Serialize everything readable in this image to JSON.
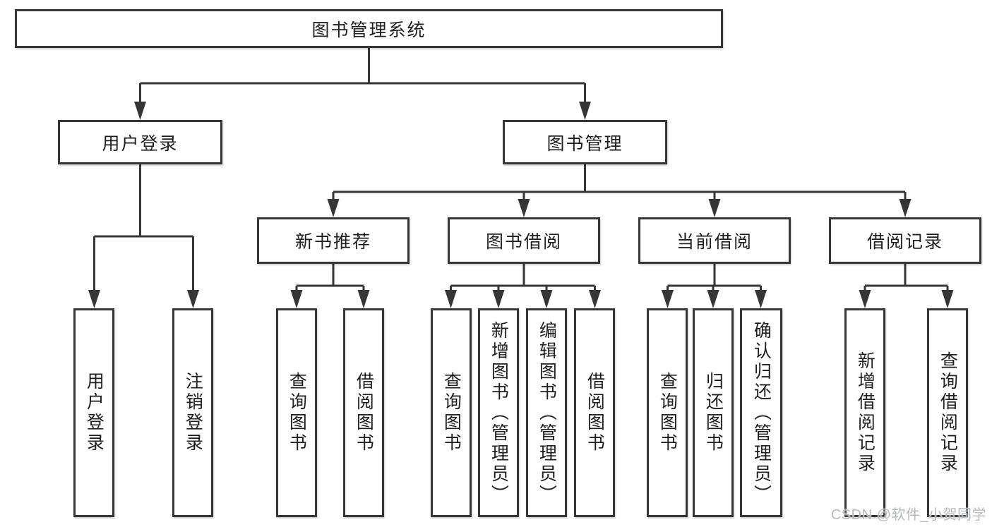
{
  "tree": {
    "root": {
      "label": "图书管理系统"
    },
    "branches": [
      {
        "label": "用户登录",
        "children": [
          {
            "label": "用户登录"
          },
          {
            "label": "注销登录"
          }
        ]
      },
      {
        "label": "图书管理",
        "children": [
          {
            "label": "新书推荐",
            "children": [
              {
                "label": "查询图书"
              },
              {
                "label": "借阅图书"
              }
            ]
          },
          {
            "label": "图书借阅",
            "children": [
              {
                "label": "查询图书"
              },
              {
                "label": "新增图书（管理员）"
              },
              {
                "label": "编辑图书（管理员）"
              },
              {
                "label": "借阅图书"
              }
            ]
          },
          {
            "label": "当前借阅",
            "children": [
              {
                "label": "查询图书"
              },
              {
                "label": "归还图书"
              },
              {
                "label": "确认归还（管理员）"
              }
            ]
          },
          {
            "label": "借阅记录",
            "children": [
              {
                "label": "新增借阅记录"
              },
              {
                "label": "查询借阅记录"
              }
            ]
          }
        ]
      }
    ]
  },
  "watermark": {
    "text": "CSDN @软件_小贺同学"
  },
  "colors": {
    "line": "#363636",
    "box_border": "#363636",
    "box_fill": "#ffffff",
    "text": "#1f1f1f",
    "watermark": "#b6babd",
    "background": "#ffffff"
  }
}
